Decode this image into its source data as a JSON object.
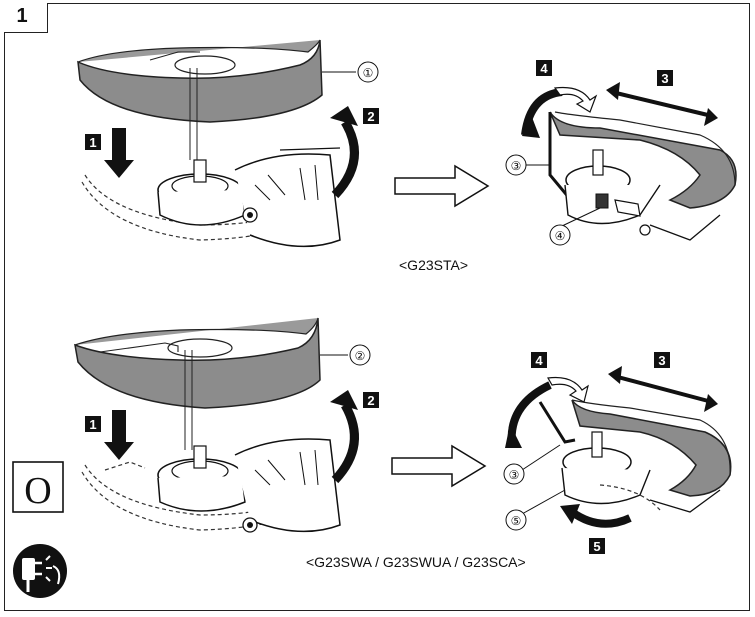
{
  "figure": {
    "number": "1"
  },
  "top": {
    "model_label": "<G23STA>",
    "callouts": {
      "guard": "①",
      "wrench": "③",
      "clamp": "④"
    },
    "steps": [
      "1",
      "2",
      "3",
      "4"
    ]
  },
  "bottom": {
    "model_label": "<G23SWA / G23SWUA / G23SCA>",
    "callouts": {
      "guard": "②",
      "wrench": "③",
      "lever": "⑤"
    },
    "steps": [
      "1",
      "2",
      "3",
      "4",
      "5"
    ]
  },
  "side_icons": {
    "o_mark": "O",
    "unplug": "unplug-icon"
  },
  "colors": {
    "guard_fill": "#8c8c8c",
    "guard_dark": "#5e5e5e",
    "ink": "#111111",
    "step_box": "#111111"
  }
}
